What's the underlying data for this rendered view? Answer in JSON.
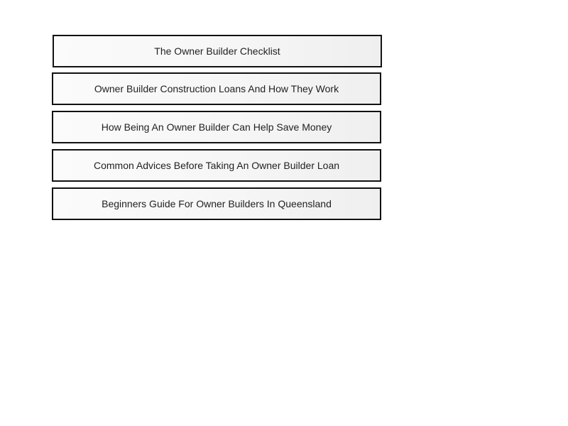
{
  "links": [
    {
      "label": "The Owner Builder Checklist"
    },
    {
      "label": "Owner Builder Construction Loans And How They Work"
    },
    {
      "label": "How Being An Owner Builder Can Help Save Money"
    },
    {
      "label": "Common Advices Before Taking An Owner Builder Loan"
    },
    {
      "label": "Beginners Guide For Owner Builders In Queensland"
    }
  ]
}
